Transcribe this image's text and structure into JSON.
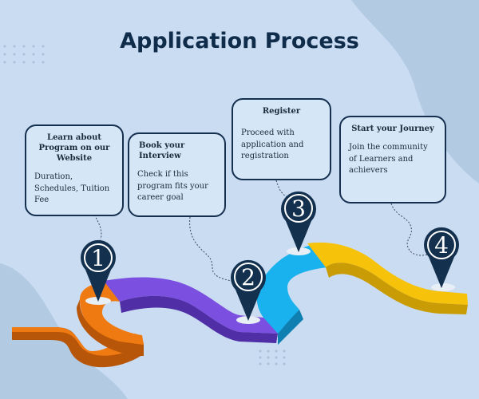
{
  "title": "Application Process",
  "steps": [
    {
      "number": "1",
      "heading": "Learn about Program on our Website",
      "body": "Duration, Schedules, Tuition Fee"
    },
    {
      "number": "2",
      "heading": "Book your Interview",
      "body": "Check if this program fits your career goal"
    },
    {
      "number": "3",
      "heading": "Register",
      "body": "Proceed with application and registration"
    },
    {
      "number": "4",
      "heading": "Start your Journey",
      "body": "Join the community of Learners and achievers"
    }
  ],
  "colors": {
    "background": "#c9dcf2",
    "title": "#0f2c4a",
    "segment_1": "#f07a12",
    "segment_2": "#7b4fe0",
    "segment_3": "#19b2ee",
    "segment_4": "#f6c20a",
    "pin": "#13314f"
  }
}
